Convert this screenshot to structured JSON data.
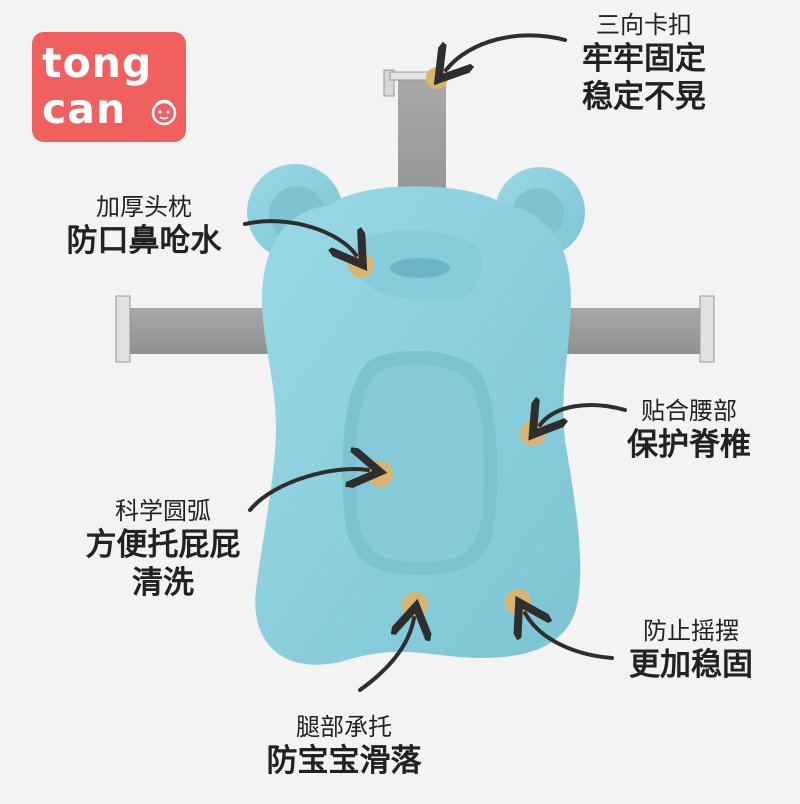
{
  "brand": {
    "line1": "tong",
    "line2": "can"
  },
  "colors": {
    "background": "#f3f3f3",
    "brand": "#f0605e",
    "mat": "#8cd3e0",
    "strap": "#a0a0a0",
    "marker": "#d9b46e"
  },
  "callouts": [
    {
      "id": "clasp",
      "title": "三向卡扣",
      "lines": [
        "牢牢固定",
        "稳定不晃"
      ]
    },
    {
      "id": "pillow",
      "title": "加厚头枕",
      "lines": [
        "防口鼻呛水"
      ]
    },
    {
      "id": "waist",
      "title": "贴合腰部",
      "lines": [
        "保护脊椎"
      ]
    },
    {
      "id": "curve",
      "title": "科学圆弧",
      "lines": [
        "方便托屁屁",
        "清洗"
      ]
    },
    {
      "id": "sway",
      "title": "防止摇摆",
      "lines": [
        "更加稳固"
      ]
    },
    {
      "id": "leg",
      "title": "腿部承托",
      "lines": [
        "防宝宝滑落"
      ]
    }
  ]
}
